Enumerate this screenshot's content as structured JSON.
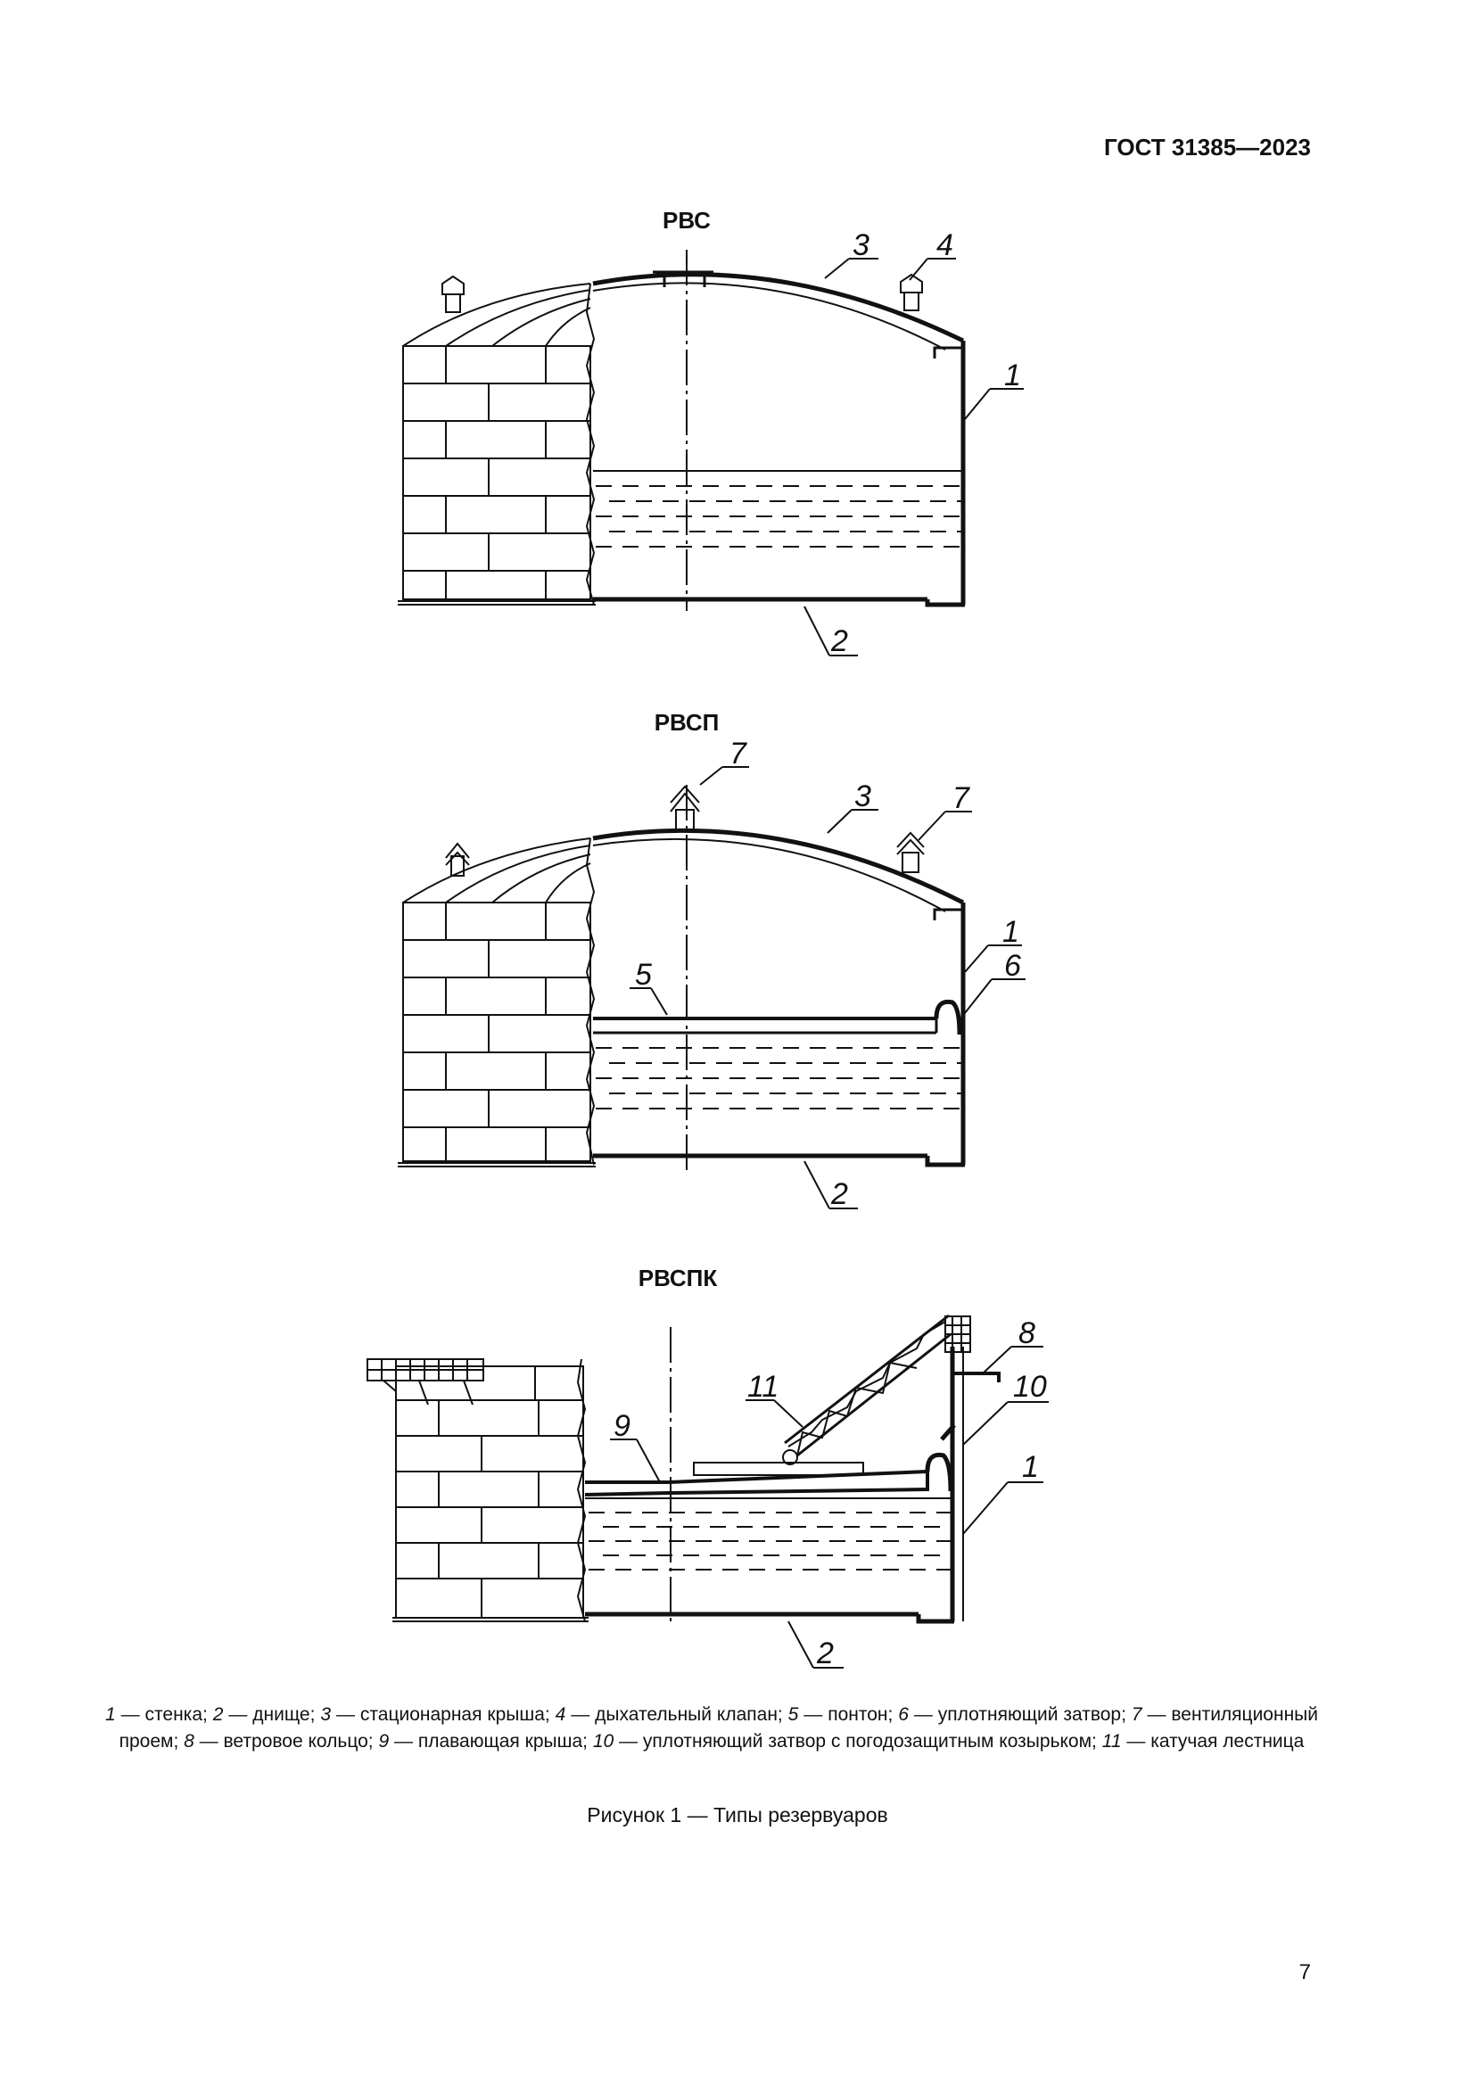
{
  "header": {
    "standard": "ГОСТ 31385—2023"
  },
  "figures": [
    {
      "title": "РВС",
      "callouts": {
        "wall": "1",
        "bottom": "2",
        "roof": "3",
        "valve": "4"
      }
    },
    {
      "title": "РВСП",
      "callouts": {
        "vent_top": "7",
        "roof": "3",
        "vent_right": "7",
        "wall": "1",
        "pontoon": "5",
        "seal": "6",
        "bottom": "2"
      }
    },
    {
      "title": "РВСПК",
      "callouts": {
        "wind_ring": "8",
        "ladder": "11",
        "seal_visor": "10",
        "floating_roof": "9",
        "wall": "1",
        "bottom": "2"
      }
    }
  ],
  "legend": [
    {
      "num": "1",
      "text": " — стенка; "
    },
    {
      "num": "2",
      "text": " — днище; "
    },
    {
      "num": "3",
      "text": " — стационарная крыша; "
    },
    {
      "num": "4",
      "text": " — дыхательный клапан; "
    },
    {
      "num": "5",
      "text": " — понтон; "
    },
    {
      "num": "6",
      "text": " — уплотняющий затвор; "
    },
    {
      "num": "7",
      "text": " — вентиляционный проем; "
    },
    {
      "num": "8",
      "text": " — ветровое кольцо; "
    },
    {
      "num": "9",
      "text": " — плавающая крыша; "
    },
    {
      "num": "10",
      "text": " — уплотняющий затвор с погодозащитным козырьком; "
    },
    {
      "num": "11",
      "text": " — катучая лестница"
    }
  ],
  "caption": "Рисунок 1 — Типы резервуаров",
  "page_number": "7",
  "colors": {
    "ink": "#111111",
    "paper": "#ffffff"
  }
}
